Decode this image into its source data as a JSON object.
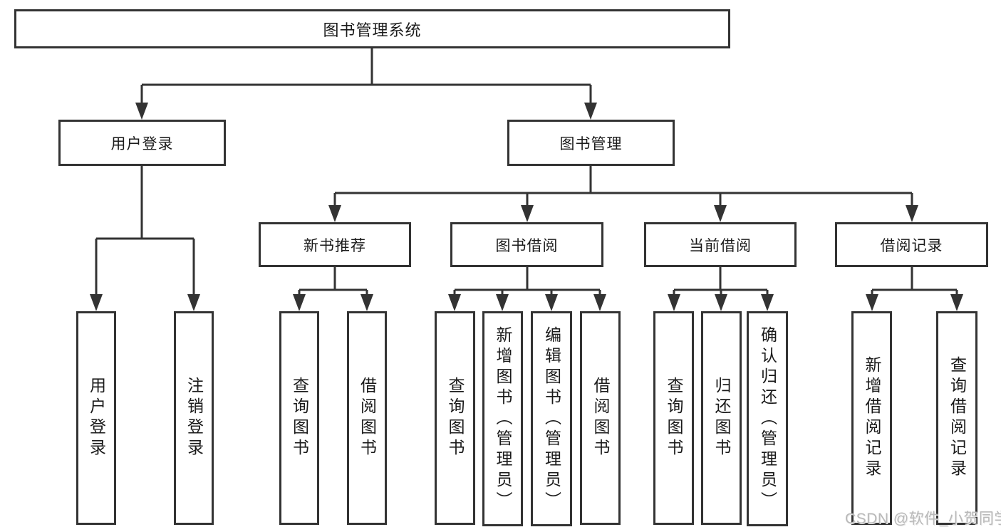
{
  "diagram_type": "hierarchy-tree",
  "tree": {
    "label": "图书管理系统",
    "children": [
      {
        "label": "用户登录",
        "children": [
          {
            "label": "用户登录"
          },
          {
            "label": "注销登录"
          }
        ]
      },
      {
        "label": "图书管理",
        "children": [
          {
            "label": "新书推荐",
            "children": [
              {
                "label": "查询图书"
              },
              {
                "label": "借阅图书"
              }
            ]
          },
          {
            "label": "图书借阅",
            "children": [
              {
                "label": "查询图书"
              },
              {
                "label": "新增图书（管理员）"
              },
              {
                "label": "编辑图书（管理员）"
              },
              {
                "label": "借阅图书"
              }
            ]
          },
          {
            "label": "当前借阅",
            "children": [
              {
                "label": "查询图书"
              },
              {
                "label": "归还图书"
              },
              {
                "label": "确认归还（管理员）"
              }
            ]
          },
          {
            "label": "借阅记录",
            "children": [
              {
                "label": "新增借阅记录"
              },
              {
                "label": "查询借阅记录"
              }
            ]
          }
        ]
      }
    ]
  },
  "watermark": {
    "text": "CSDN @软件_小贺同学",
    "color": "#b9b9b9"
  },
  "colors": {
    "line": "#333333",
    "box_background": "#ffffff",
    "text": "#1a1a1a"
  }
}
